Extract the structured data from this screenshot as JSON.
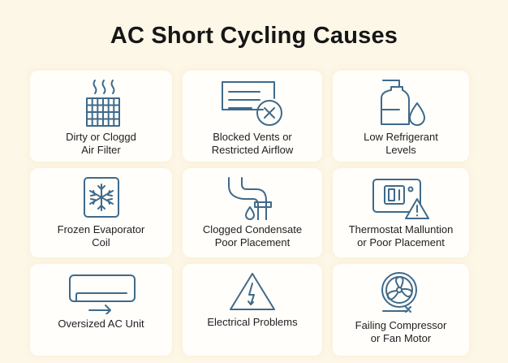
{
  "title": "AC Short Cycling Causes",
  "colors": {
    "background": "#fdf7e8",
    "card": "#fffefb",
    "icon_stroke": "#3f6a8a",
    "text": "#1e1e1e"
  },
  "causes": [
    {
      "label": "Dirty or Cloggd\nAir Filter",
      "icon": "air-filter-icon"
    },
    {
      "label": "Blocked Vents or\nRestricted Airflow",
      "icon": "blocked-vent-icon"
    },
    {
      "label": "Low Refrigerant\nLevels",
      "icon": "refrigerant-tank-icon"
    },
    {
      "label": "Frozen Evaporator\nCoil",
      "icon": "snowflake-icon"
    },
    {
      "label": "Clogged Condensate\nPoor Placement",
      "icon": "drain-pipe-icon"
    },
    {
      "label": "Thermostat Malluntion\nor Poor Placement",
      "icon": "thermostat-warning-icon"
    },
    {
      "label": "Oversized AC Unit",
      "icon": "ac-unit-icon"
    },
    {
      "label": "Electrical Problems",
      "icon": "electrical-hazard-icon"
    },
    {
      "label": "Failing Compressor\nor Fan Motor",
      "icon": "fan-icon"
    }
  ]
}
